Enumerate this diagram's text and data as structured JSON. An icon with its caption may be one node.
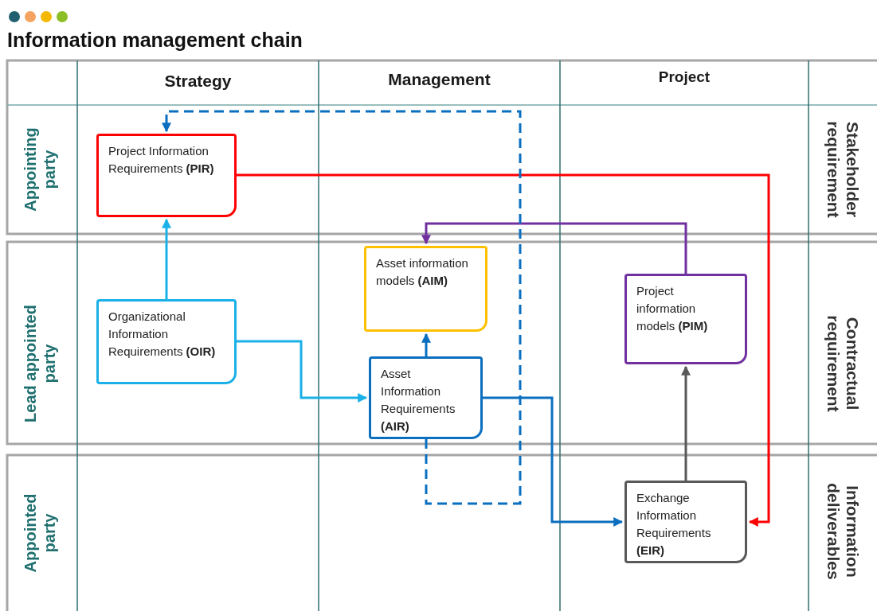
{
  "diagram": {
    "title": "Information management chain",
    "nodes": [
      {
        "text": [
          "Project Information Requirements **(PIR)**"
        ]
      },
      {
        "text": [
          "Organizational Information Requirements **(OIR)**"
        ]
      },
      {
        "text": [
          "Asset information models **(AIM)**"
        ]
      },
      {
        "text": [
          "Asset Information Requirements **(AIR)**"
        ]
      },
      {
        "text": [
          "Project information models **(PIM)**"
        ]
      },
      {
        "text": [
          "Exchange Information Requirements **(EIR)**"
        ]
      }
    ],
    "edges": [
      {
        "from": 1,
        "to": 0,
        "arrow": "to",
        "color": "#1ab0e8"
      },
      {
        "from": 1,
        "to": 3,
        "arrow": "to",
        "color": "#1ab0e8"
      },
      {
        "from": 3,
        "to": 2,
        "arrow": "to",
        "color": "#0b6fc0"
      },
      {
        "from": 3,
        "to": 5,
        "arrow": "to",
        "color": "#0b6fc0"
      },
      {
        "from": 0,
        "to": 5,
        "arrow": "to",
        "color": "#ff0000"
      },
      {
        "from": 4,
        "to": 2,
        "arrow": "to",
        "color": "#7030a0"
      },
      {
        "from": 5,
        "to": 4,
        "arrow": "to",
        "color": "#595959"
      },
      {
        "from": 3,
        "to": 0,
        "arrow": "to",
        "style": "dashed",
        "color": "#0b6fc0"
      }
    ],
    "labels": [
      "Strategy",
      "Management",
      "Project",
      "Appointing party",
      "Stakeholder requirement",
      "Lead appointed party",
      "Contractual requirement",
      "Appointed party",
      "Information deliverables"
    ]
  }
}
